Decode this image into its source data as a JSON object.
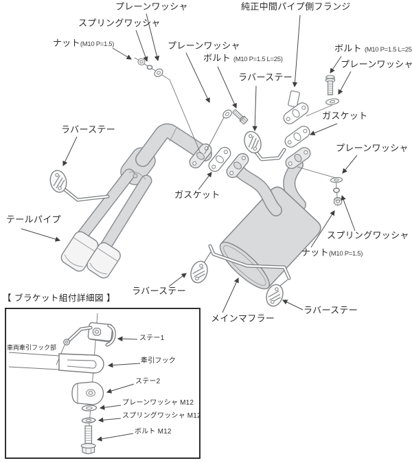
{
  "colors": {
    "background": "#ffffff",
    "line": "#7d8082",
    "pipe_fill": "#d9dadb",
    "text": "#2b2b2b",
    "inset_border": "#2f2f2f"
  },
  "labels": {
    "plain_washer_top": "プレーンワッシャ",
    "spring_washer_top": "スプリングワッシャ",
    "nut_top": "ナット",
    "nut_top_spec": "(M10 P=1.5)",
    "oem_flange": "純正中間パイプ側フランジ",
    "plain_washer_mid": "プレーンワッシャ",
    "bolt_mid": "ボルト",
    "bolt_mid_spec": "(M10 P=1.5 L=25)",
    "rubber_stay_top": "ラバーステー",
    "bolt_right": "ボルト",
    "bolt_right_spec": "(M10 P=1.5 L=25)",
    "plain_washer_right_top": "プレーンワッシャ",
    "gasket_right": "ガスケット",
    "plain_washer_right_mid": "プレーンワッシャ",
    "spring_washer_right": "スプリングワッシャ",
    "nut_right": "ナット",
    "nut_right_spec": "(M10 P=1.5)",
    "rubber_stay_left": "ラバーステー",
    "tail_pipe": "テールパイプ",
    "gasket_center": "ガスケット",
    "rubber_stay_bottom_left": "ラバーステー",
    "main_muffler": "メインマフラー",
    "rubber_stay_bottom_right": "ラバーステー"
  },
  "inset": {
    "title": "【 ブラケット組付詳細図 】",
    "stay1": "ステー1",
    "vehicle_tow_hook_section": "車両牽引フック部",
    "tow_hook": "牽引フック",
    "stay2": "ステー2",
    "plain_washer_m12": "プレーンワッシャ M12",
    "spring_washer_m12": "スプリングワッシャ M12",
    "bolt_m12": "ボルト M12"
  }
}
